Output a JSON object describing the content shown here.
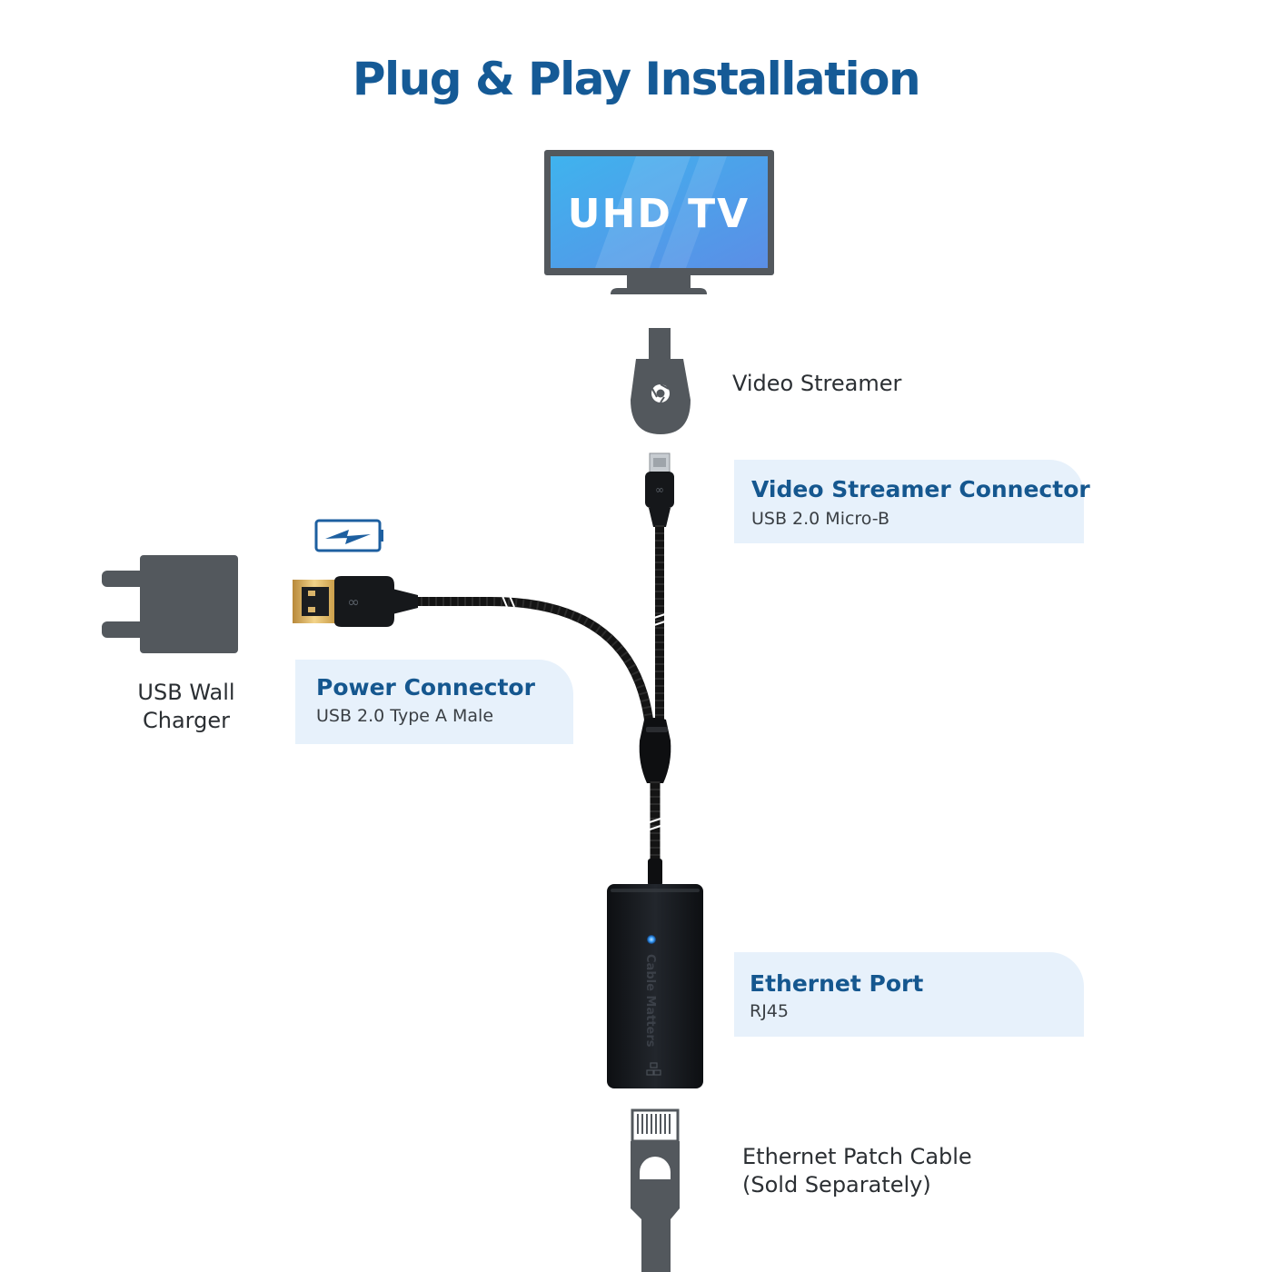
{
  "title": "Plug & Play Installation",
  "tv": {
    "screen_label": "UHD TV"
  },
  "labels": {
    "video_streamer": "Video Streamer",
    "wall_charger": [
      "USB Wall",
      "Charger"
    ],
    "patch_cable": [
      "Ethernet Patch Cable",
      "(Sold Separately)"
    ]
  },
  "callouts": {
    "streamer_connector": {
      "title": "Video Streamer Connector",
      "subtitle": "USB 2.0 Micro-B"
    },
    "power_connector": {
      "title": "Power Connector",
      "subtitle": "USB 2.0 Type A Male"
    },
    "ethernet_port": {
      "title": "Ethernet Port",
      "subtitle": "RJ45"
    }
  },
  "adapter": {
    "brand_text": "Cable Matters"
  },
  "colors": {
    "title": "#155a96",
    "callout_title": "#15578f",
    "callout_bg": "#e7f1fb",
    "device_gray": "#53585d",
    "screen_blue": "#4aa8ec",
    "battery_blue": "#1d5fa0",
    "cable_black": "#141414",
    "led_blue": "#3da2ff"
  },
  "icons": [
    "tv-icon",
    "video-streamer-icon",
    "chrome-logo-icon",
    "wall-charger-icon",
    "battery-charging-icon",
    "usb-a-plug-icon",
    "micro-usb-plug-icon",
    "ethernet-adapter-icon",
    "network-port-icon",
    "rj45-plug-icon"
  ]
}
